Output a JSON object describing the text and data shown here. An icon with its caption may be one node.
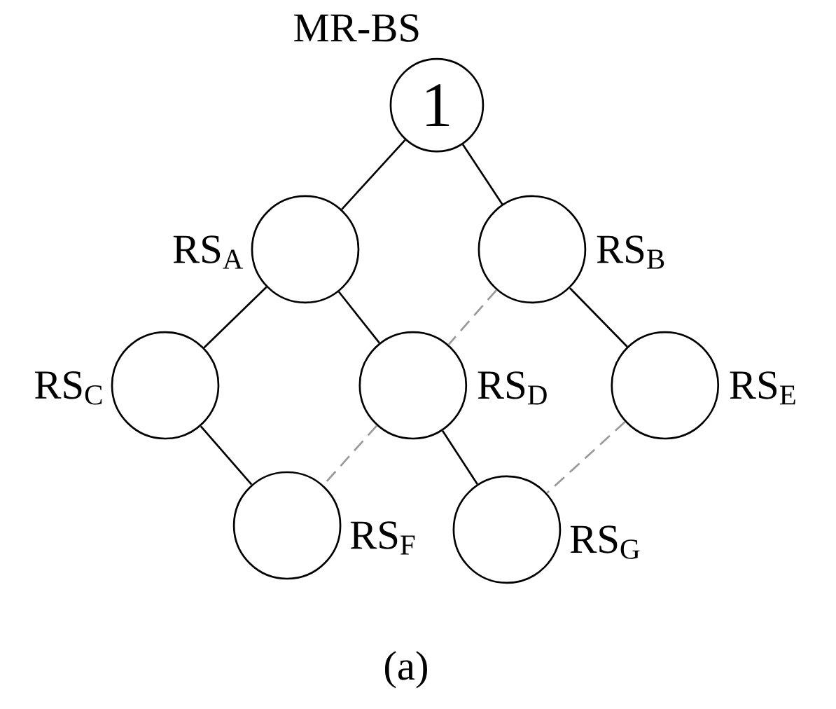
{
  "diagram": {
    "caption": "(a)",
    "nodes": [
      {
        "text": [
          "1"
        ],
        "beside": [
          "MR-BS"
        ]
      },
      {
        "text": [],
        "shape": "circle",
        "beside": [
          "RS$_{A}$"
        ]
      },
      {
        "text": [],
        "shape": "circle",
        "beside": [
          "RS$_{B}$"
        ]
      },
      {
        "text": [],
        "shape": "circle",
        "beside": [
          "RS$_{C}$"
        ]
      },
      {
        "text": [],
        "shape": "circle",
        "beside": [
          "RS$_{D}$"
        ]
      },
      {
        "text": [],
        "shape": "circle",
        "beside": [
          "RS$_{E}$"
        ]
      },
      {
        "text": [],
        "shape": "circle",
        "beside": [
          "RS$_{F}$"
        ]
      },
      {
        "text": [],
        "shape": "circle",
        "beside": [
          "RS$_{G}$"
        ]
      }
    ],
    "edges": [
      {
        "from": 0,
        "to": 1,
        "arrow": "none"
      },
      {
        "from": 0,
        "to": 2,
        "arrow": "none"
      },
      {
        "from": 1,
        "to": 3,
        "arrow": "none"
      },
      {
        "from": 1,
        "to": 4,
        "arrow": "none"
      },
      {
        "from": 2,
        "to": 4,
        "arrow": "none",
        "style": "dashed",
        "color": "#999999"
      },
      {
        "from": 2,
        "to": 5,
        "arrow": "none"
      },
      {
        "from": 3,
        "to": 6,
        "arrow": "none"
      },
      {
        "from": 4,
        "to": 6,
        "arrow": "none",
        "style": "dashed",
        "color": "#999999"
      },
      {
        "from": 4,
        "to": 7,
        "arrow": "none"
      },
      {
        "from": 5,
        "to": 7,
        "arrow": "none",
        "style": "dashed",
        "color": "#999999"
      }
    ]
  }
}
